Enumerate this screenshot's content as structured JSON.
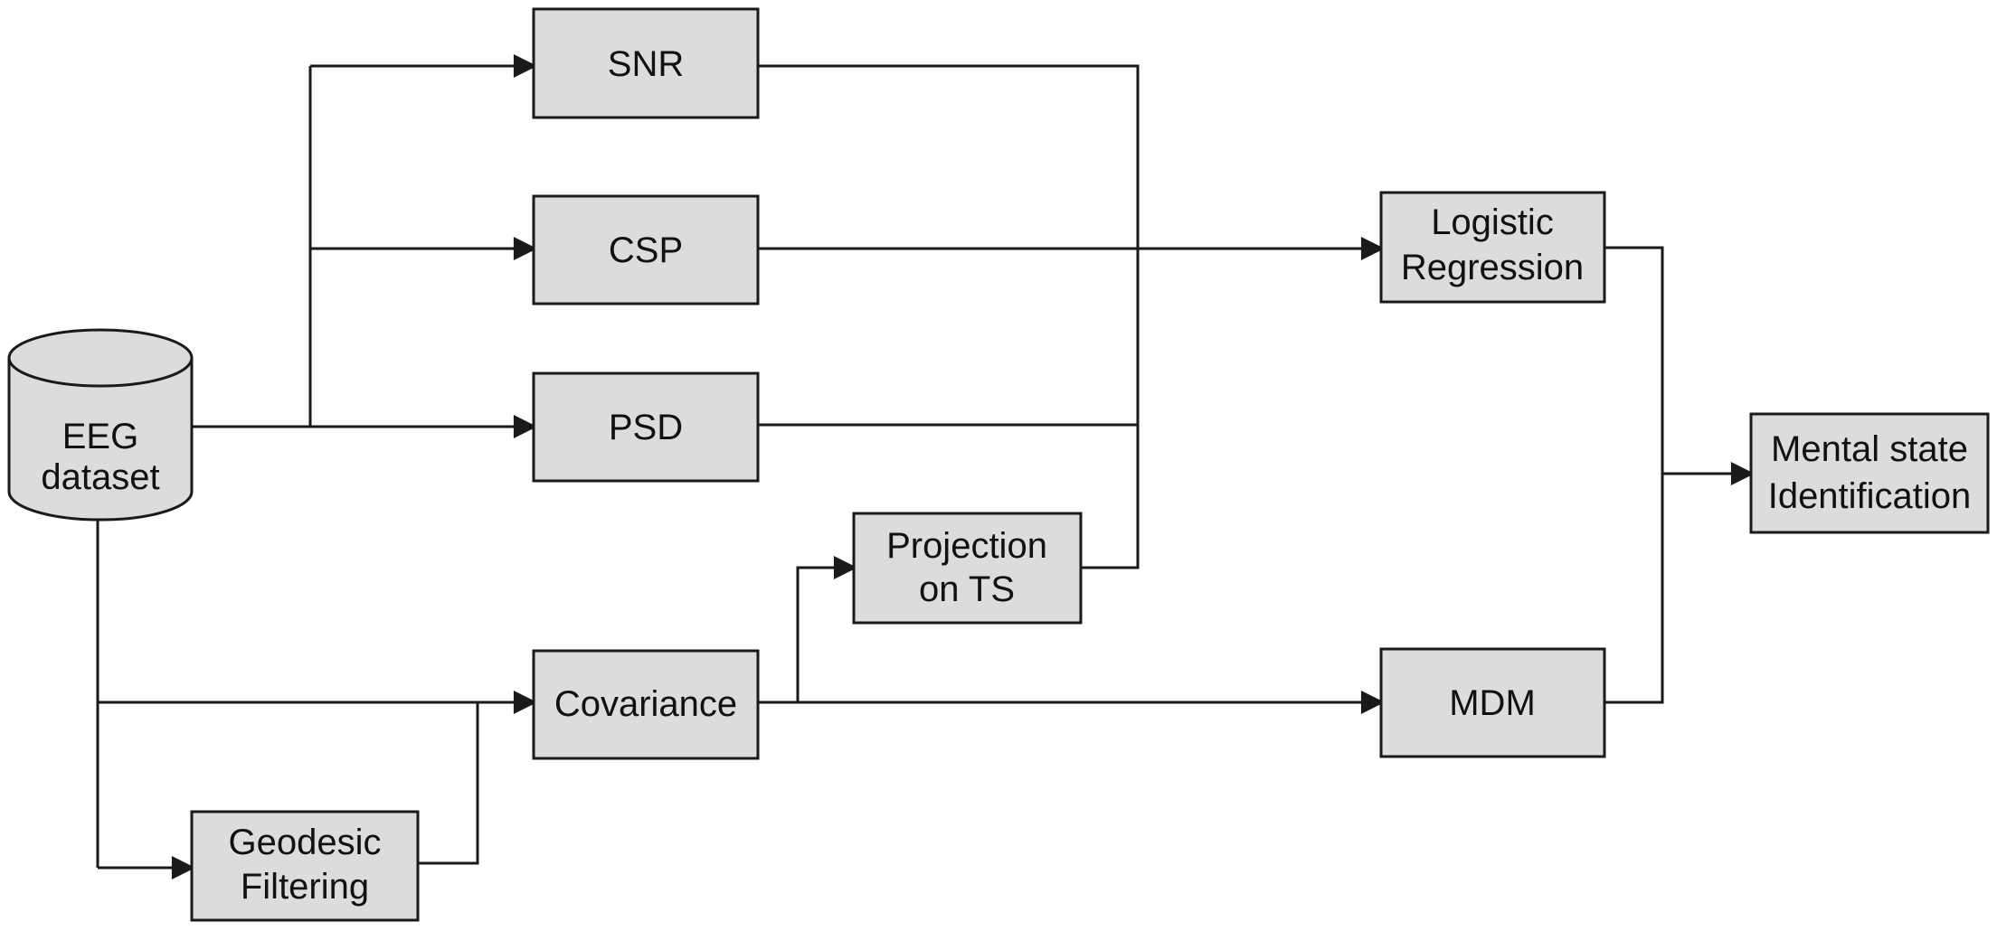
{
  "nodes": {
    "eeg": {
      "lines": [
        "EEG",
        "dataset"
      ]
    },
    "snr": {
      "lines": [
        "SNR"
      ]
    },
    "csp": {
      "lines": [
        "CSP"
      ]
    },
    "psd": {
      "lines": [
        "PSD"
      ]
    },
    "projection": {
      "lines": [
        "Projection",
        "on TS"
      ]
    },
    "covariance": {
      "lines": [
        "Covariance"
      ]
    },
    "geodesic": {
      "lines": [
        "Geodesic",
        "Filtering"
      ]
    },
    "logistic": {
      "lines": [
        "Logistic",
        "Regression"
      ]
    },
    "mdm": {
      "lines": [
        "MDM"
      ]
    },
    "mental": {
      "lines": [
        "Mental state",
        "Identification"
      ]
    }
  },
  "colors": {
    "box_fill": "#dcdcdc",
    "stroke": "#1a1a1a",
    "text": "#111111"
  }
}
